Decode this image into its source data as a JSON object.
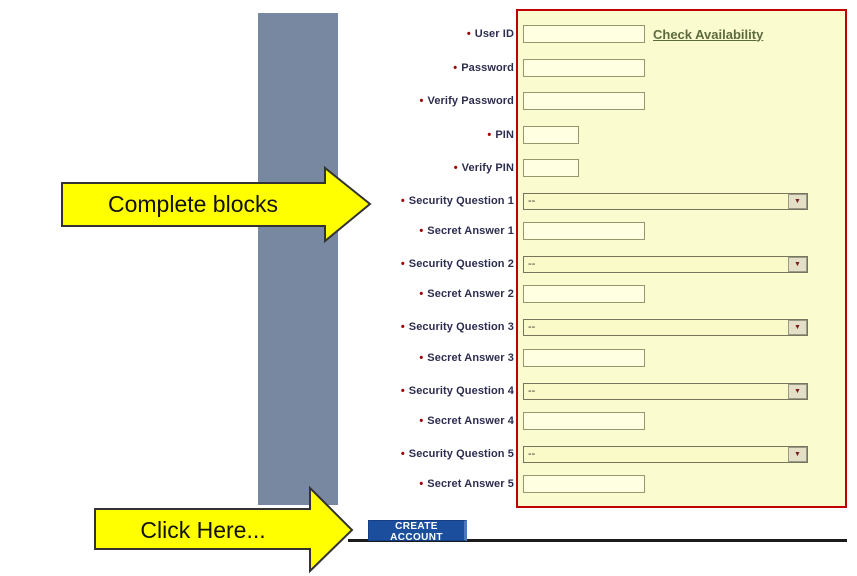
{
  "annotations": {
    "complete_blocks": "Complete blocks",
    "click_here": "Click Here..."
  },
  "form": {
    "required_marker": "•",
    "submit_label": "CREATE ACCOUNT",
    "fields": [
      {
        "label": "User ID",
        "type": "text",
        "link": "Check Availability"
      },
      {
        "label": "Password",
        "type": "text"
      },
      {
        "label": "Verify Password",
        "type": "text"
      },
      {
        "label": "PIN",
        "type": "pin"
      },
      {
        "label": "Verify PIN",
        "type": "pin"
      },
      {
        "label": "Security Question 1",
        "type": "select",
        "value": "--"
      },
      {
        "label": "Secret Answer 1",
        "type": "text"
      },
      {
        "label": "Security Question 2",
        "type": "select",
        "value": "--"
      },
      {
        "label": "Secret Answer 2",
        "type": "text"
      },
      {
        "label": "Security Question 3",
        "type": "select",
        "value": "--"
      },
      {
        "label": "Secret Answer 3",
        "type": "text"
      },
      {
        "label": "Security Question 4",
        "type": "select",
        "value": "--"
      },
      {
        "label": "Secret Answer 4",
        "type": "text"
      },
      {
        "label": "Security Question 5",
        "type": "select",
        "value": "--"
      },
      {
        "label": "Secret Answer 5",
        "type": "text"
      }
    ]
  },
  "icons": {
    "dropdown_arrow": "▼"
  },
  "colors": {
    "panel_bg": "#FBFBD0",
    "panel_border": "#C00000",
    "side_bar": "#7888A1",
    "button_bg": "#1C4E9E",
    "arrow_fill": "#FFFF00",
    "link": "#5C6B3F",
    "label": "#2D2D50",
    "bullet": "#A00000"
  }
}
